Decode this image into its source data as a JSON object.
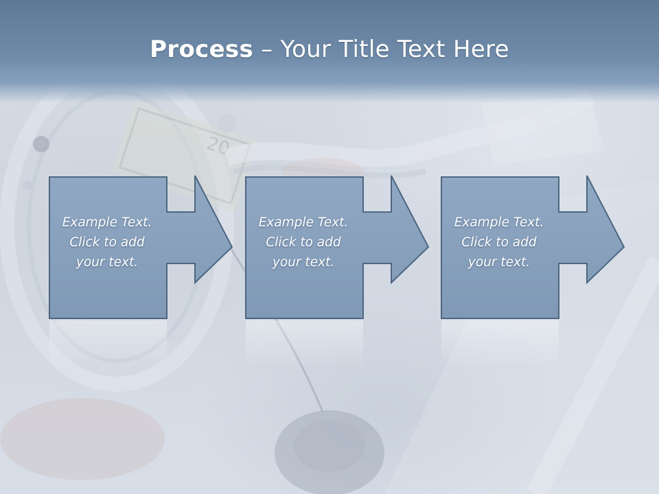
{
  "slide": {
    "title_strong": "Process",
    "title_rest": " – Your Title Text Here"
  },
  "steps": [
    {
      "lines": [
        "Example Text.",
        "Click  to add",
        "your text."
      ]
    },
    {
      "lines": [
        "Example Text.",
        "Click  to add",
        "your text."
      ]
    },
    {
      "lines": [
        "Example Text.",
        "Click  to add",
        "your text."
      ]
    }
  ],
  "colors": {
    "header": "#6a86a4",
    "box_fill": "#8aa3bf",
    "box_stroke": "#4a627c",
    "text": "#ffffff"
  }
}
